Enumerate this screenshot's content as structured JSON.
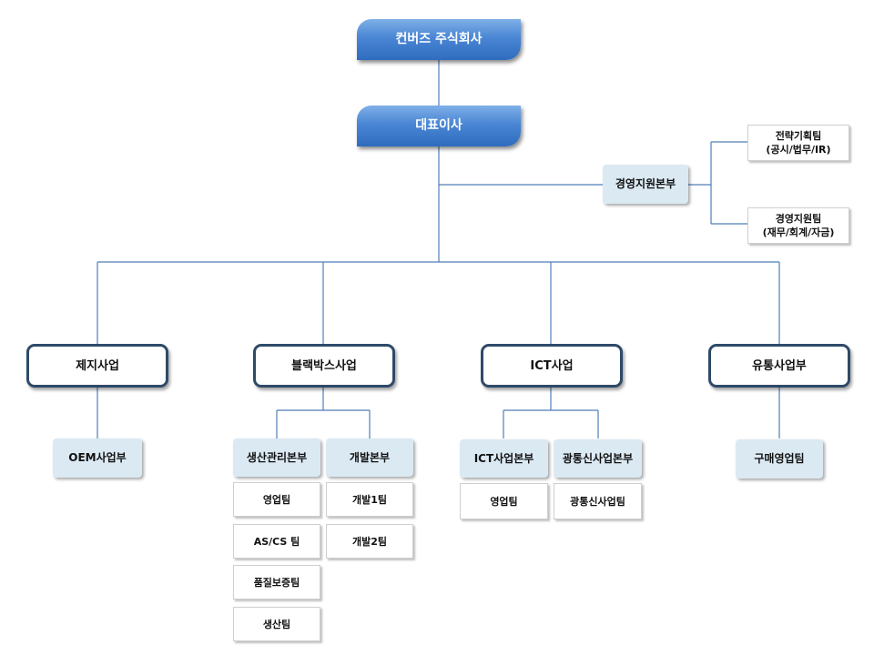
{
  "company": "컨버즈 주식회사",
  "ceo": "대표이사",
  "support": {
    "name": "경영지원본부",
    "teams": [
      {
        "line1": "전략기획팀",
        "line2": "(공시/법무/IR)"
      },
      {
        "line1": "경영지원팀",
        "line2": "(재무/회계/자금)"
      }
    ]
  },
  "businesses": [
    {
      "name": "제지사업",
      "depts": [
        {
          "name": "OEM사업부",
          "teams": []
        }
      ]
    },
    {
      "name": "블랙박스사업",
      "depts": [
        {
          "name": "생산관리본부",
          "teams": [
            "영업팀",
            "AS/CS 팀",
            "품질보증팀",
            "생산팀"
          ]
        },
        {
          "name": "개발본부",
          "teams": [
            "개발1팀",
            "개발2팀"
          ]
        }
      ]
    },
    {
      "name": "ICT사업",
      "depts": [
        {
          "name": "ICT사업본부",
          "teams": [
            "영업팀"
          ]
        },
        {
          "name": "광통신사업본부",
          "teams": [
            "광통신사업팀"
          ]
        }
      ]
    },
    {
      "name": "유통사업부",
      "depts": [
        {
          "name": "구매영업팀",
          "teams": []
        }
      ]
    }
  ]
}
